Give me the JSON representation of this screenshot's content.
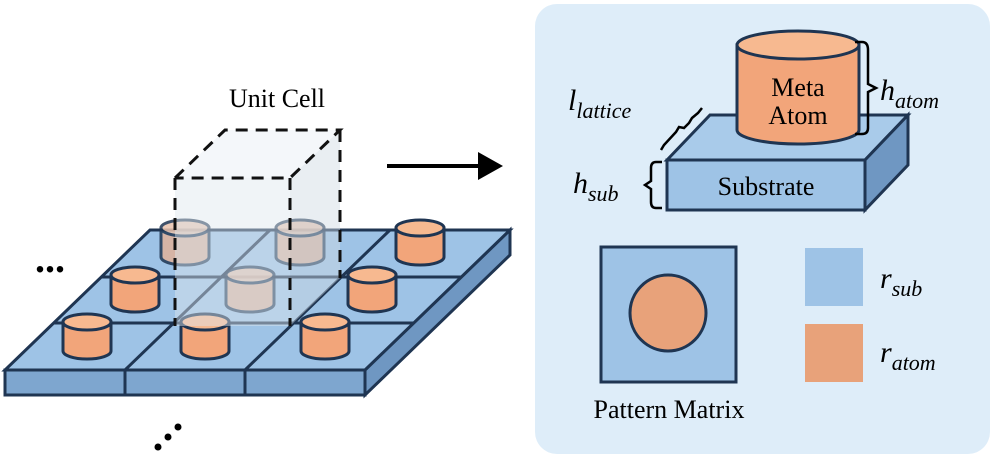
{
  "left": {
    "unit_cell_label": "Unit Cell",
    "ellipsis_left": "...",
    "ellipsis_bottom": "..."
  },
  "right": {
    "atom_label_line1": "Meta",
    "atom_label_line2": "Atom",
    "substrate_label": "Substrate",
    "dim_lattice": {
      "base": "l",
      "sub": "lattice"
    },
    "dim_atom": {
      "base": "h",
      "sub": "atom"
    },
    "dim_sub": {
      "base": "h",
      "sub": "sub"
    },
    "pattern_matrix_label": "Pattern Matrix",
    "legend_sub": {
      "base": "r",
      "sub": "sub"
    },
    "legend_atom": {
      "base": "r",
      "sub": "atom"
    }
  },
  "colors": {
    "substrate": "#9ec3e6",
    "substrate_side": "#7ea6cf",
    "atom": "#f2a57a",
    "outline": "#1f3552",
    "panel": "#deedf9",
    "legend_sub": "#9ec3e6",
    "legend_atom": "#e8a27a"
  }
}
